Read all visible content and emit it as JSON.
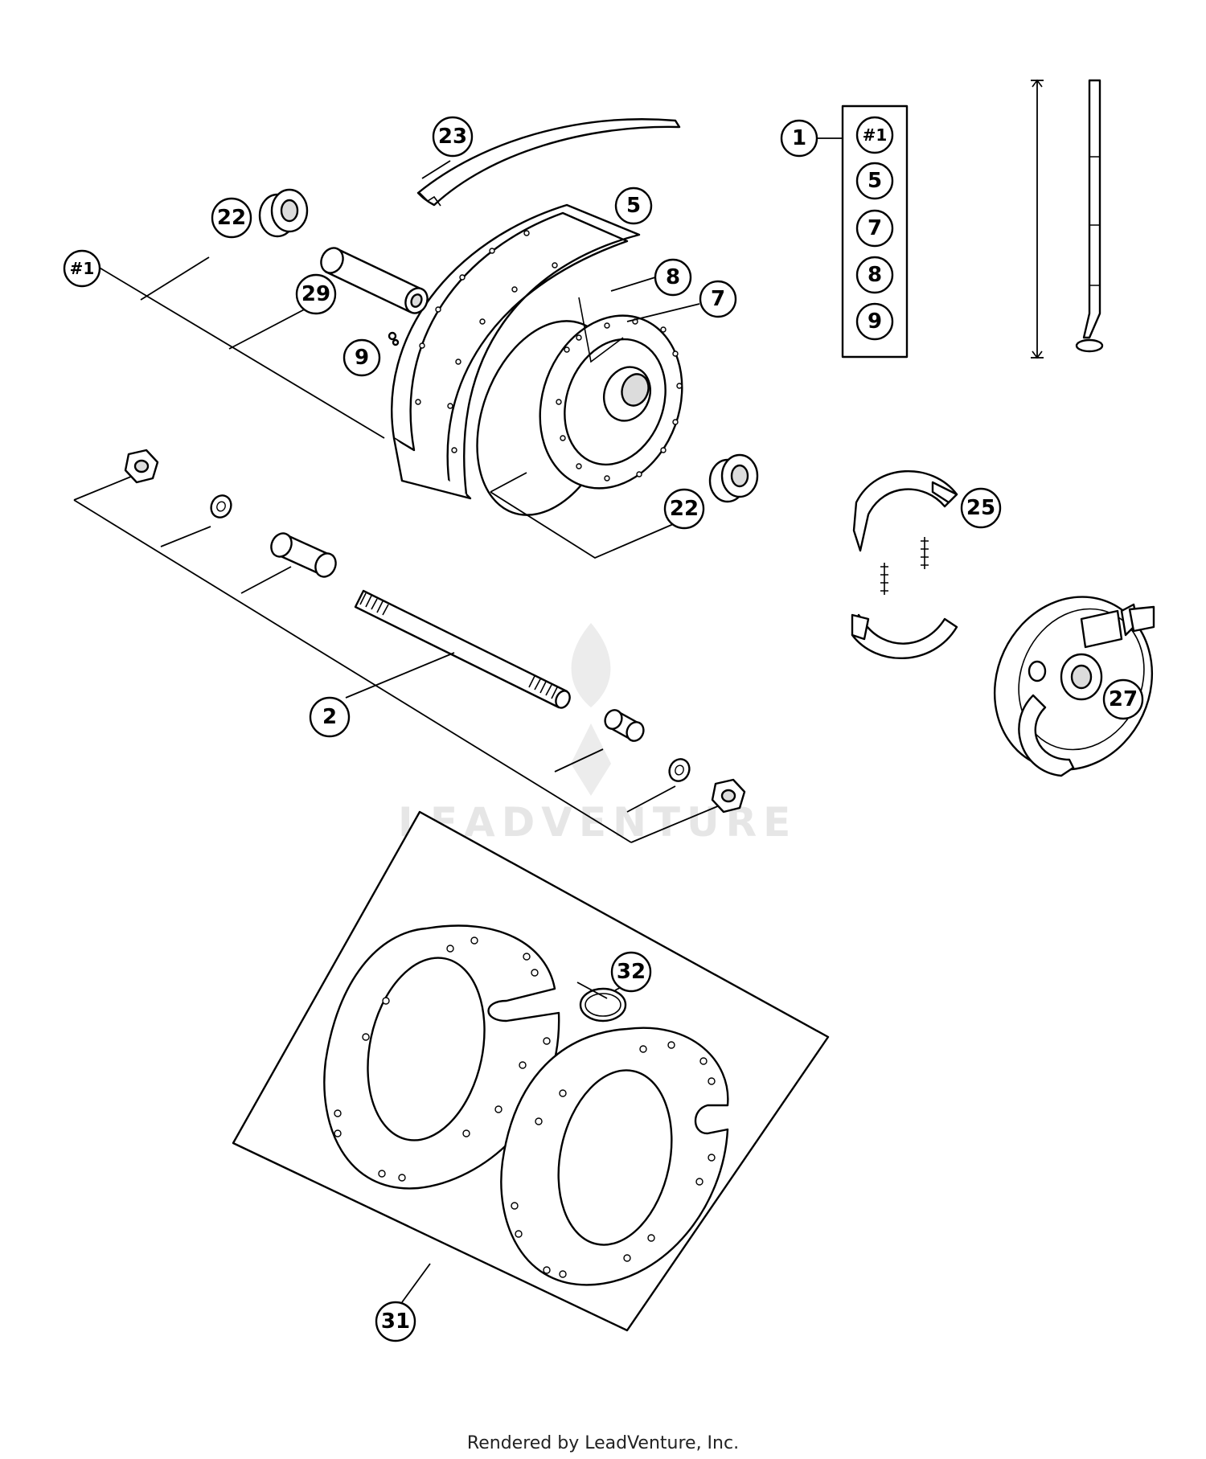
{
  "callouts": {
    "c23": "23",
    "c5a": "5",
    "c8a": "8",
    "c7a": "7",
    "c22a": "22",
    "c22b": "22",
    "c1a": "#1",
    "c29": "29",
    "c9a": "9",
    "c2": "2",
    "c25": "25",
    "c27": "27",
    "c31": "31",
    "c32": "32",
    "kit": "1"
  },
  "kit_contents": [
    "#1",
    "5",
    "7",
    "8",
    "9"
  ],
  "watermark": "LEADVENTURE",
  "footer": "Rendered by LeadVenture, Inc."
}
